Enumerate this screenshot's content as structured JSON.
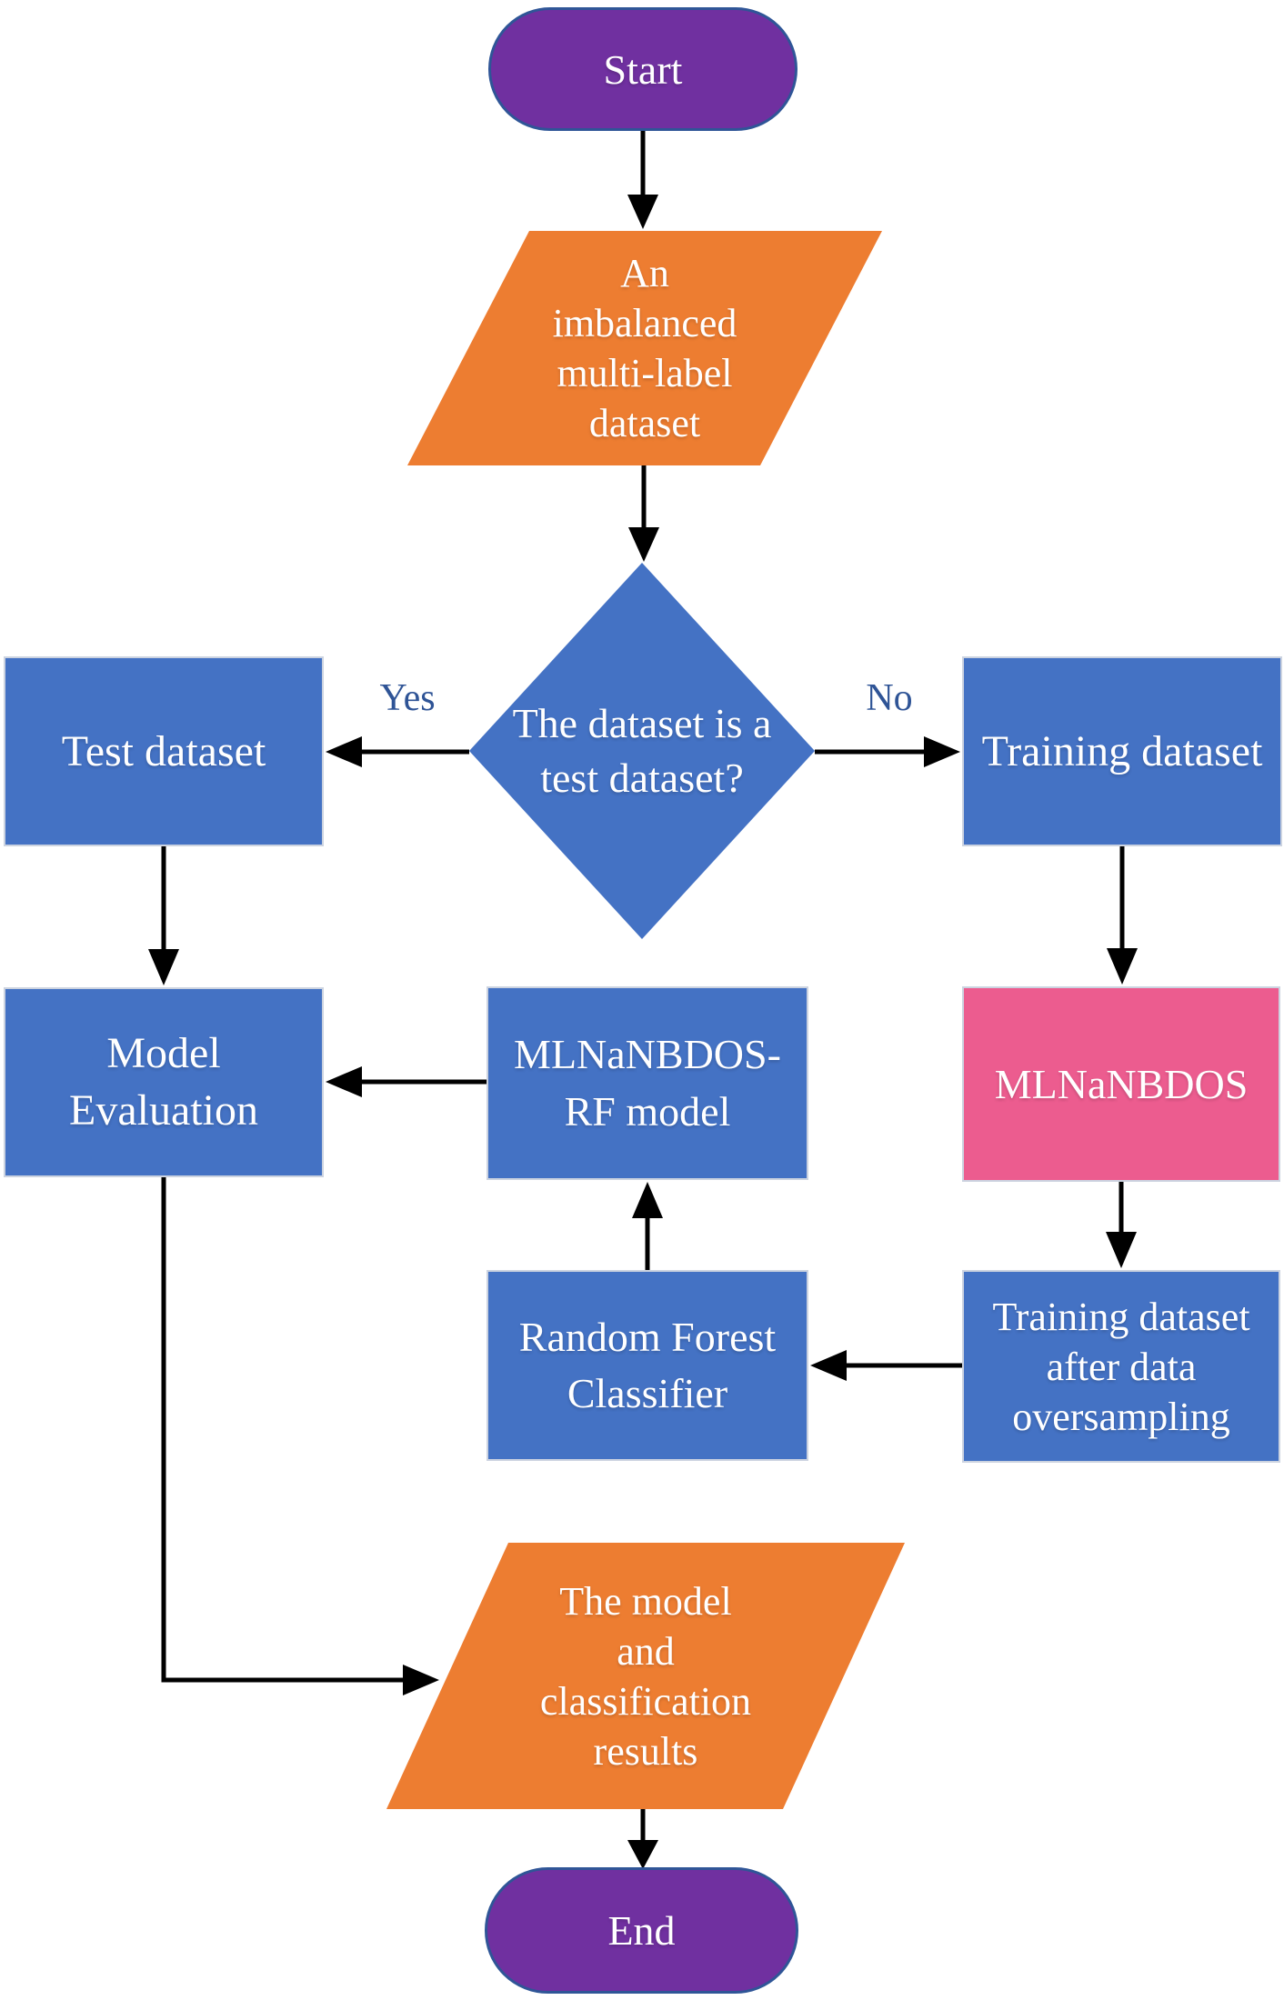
{
  "diagram": {
    "type": "flowchart",
    "colors": {
      "purple": "#7030A0",
      "purple-border": "#2F5597",
      "orange": "#ED7D31",
      "blue": "#4472C4",
      "pink": "#EC5C8F",
      "label": "#2F5496",
      "arrow": "#000000",
      "box-border": "#CCD3E0",
      "text": "#FFFFFF"
    },
    "nodes": {
      "start": {
        "label": "Start"
      },
      "input_dataset": {
        "lines": [
          "An",
          "imbalanced",
          "multi-label",
          "dataset"
        ]
      },
      "decision": {
        "lines": [
          "The dataset is a",
          "test dataset?"
        ]
      },
      "test_dataset": {
        "label": "Test dataset"
      },
      "training_dataset": {
        "label": "Training dataset"
      },
      "model_evaluation": {
        "lines": [
          "Model",
          "Evaluation"
        ]
      },
      "mlnanbdos_rf": {
        "lines": [
          "MLNaNBDOS-",
          "RF model"
        ]
      },
      "mlnanbdos": {
        "label": "MLNaNBDOS"
      },
      "random_forest": {
        "lines": [
          "Random Forest",
          "Classifier"
        ]
      },
      "oversampled_dataset": {
        "lines": [
          "Training dataset",
          "after data",
          "oversampling"
        ]
      },
      "output": {
        "lines": [
          "The model",
          "and",
          "classification",
          "results"
        ]
      },
      "end": {
        "label": "End"
      }
    },
    "edge_labels": {
      "yes": "Yes",
      "no": "No"
    }
  }
}
